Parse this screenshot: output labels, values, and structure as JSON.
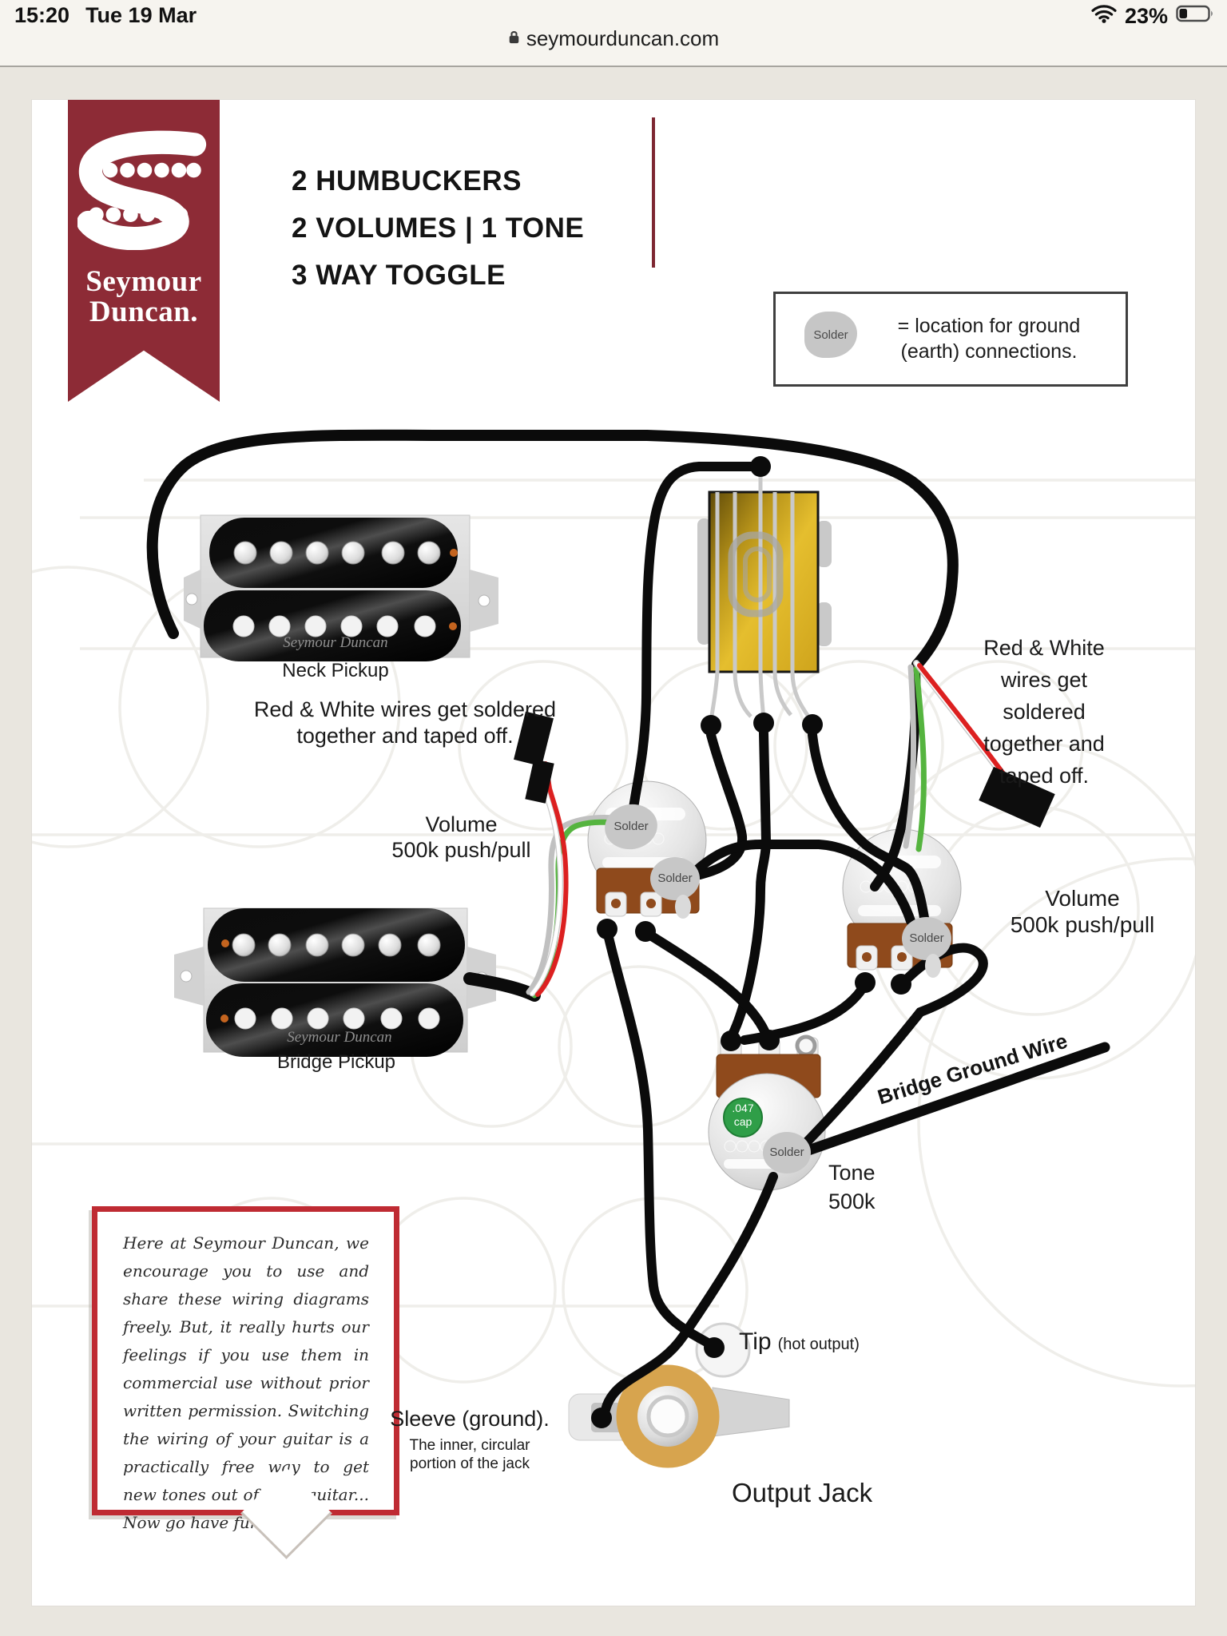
{
  "status_bar": {
    "time": "15:20",
    "date": "Tue 19 Mar",
    "battery_percent": "23%"
  },
  "browser": {
    "url": "seymourduncan.com"
  },
  "ribbon": {
    "name_line1": "Seymour",
    "name_line2": "Duncan."
  },
  "title": {
    "line1": "2 HUMBUCKERS",
    "line2": "2 VOLUMES | 1 TONE",
    "line3": "3 WAY TOGGLE"
  },
  "legend": {
    "solder": "Solder",
    "text_line1": "= location for ground",
    "text_line2": "(earth) connections."
  },
  "labels": {
    "solder": "Solder"
  },
  "neck_pickup": {
    "brand": "Seymour Duncan",
    "caption": "Neck Pickup"
  },
  "bridge_pickup": {
    "brand": "Seymour Duncan",
    "caption": "Bridge Pickup"
  },
  "notes": {
    "left_line1": "Red & White wires get soldered",
    "left_line2": "together and taped off.",
    "right_line1": "Red & White",
    "right_line2": "wires get",
    "right_line3": "soldered",
    "right_line4": "together and",
    "right_line5": "taped off."
  },
  "pots": {
    "left_volume_line1": "Volume",
    "left_volume_line2": "500k push/pull",
    "right_volume_line1": "Volume",
    "right_volume_line2": "500k push/pull",
    "tone_line1": "Tone",
    "tone_line2": "500k",
    "cap_line1": ".047",
    "cap_line2": "cap"
  },
  "wire_labels": {
    "bridge_ground": "Bridge Ground Wire"
  },
  "output_jack": {
    "tip": "Tip",
    "tip_sub": "(hot output)",
    "sleeve": "Sleeve (ground).",
    "sleeve_sub1": "The inner, circular",
    "sleeve_sub2": "portion of the jack",
    "caption": "Output Jack"
  },
  "disclaimer": "Here at Seymour Duncan, we encourage you to use and share these wiring diagrams freely. But, it really hurts our feelings if you use them in commercial use without prior written permission. Switching the wiring of your guitar is a practically free way to get new tones out of your guitar... Now go have fun!",
  "colors": {
    "ribbon_maroon": "#8d2b36",
    "disclaimer_border_red": "#bf2b33",
    "toggle_gold": "#d8ac20",
    "pot_base_brown": "#8f4a1c",
    "cap_green": "#2f9e48",
    "wire_red": "#dc2020",
    "wire_green": "#55b43f",
    "jack_gold": "#d7a44e",
    "page_bg": "#ffffff",
    "body_bg": "#e9e6df"
  }
}
